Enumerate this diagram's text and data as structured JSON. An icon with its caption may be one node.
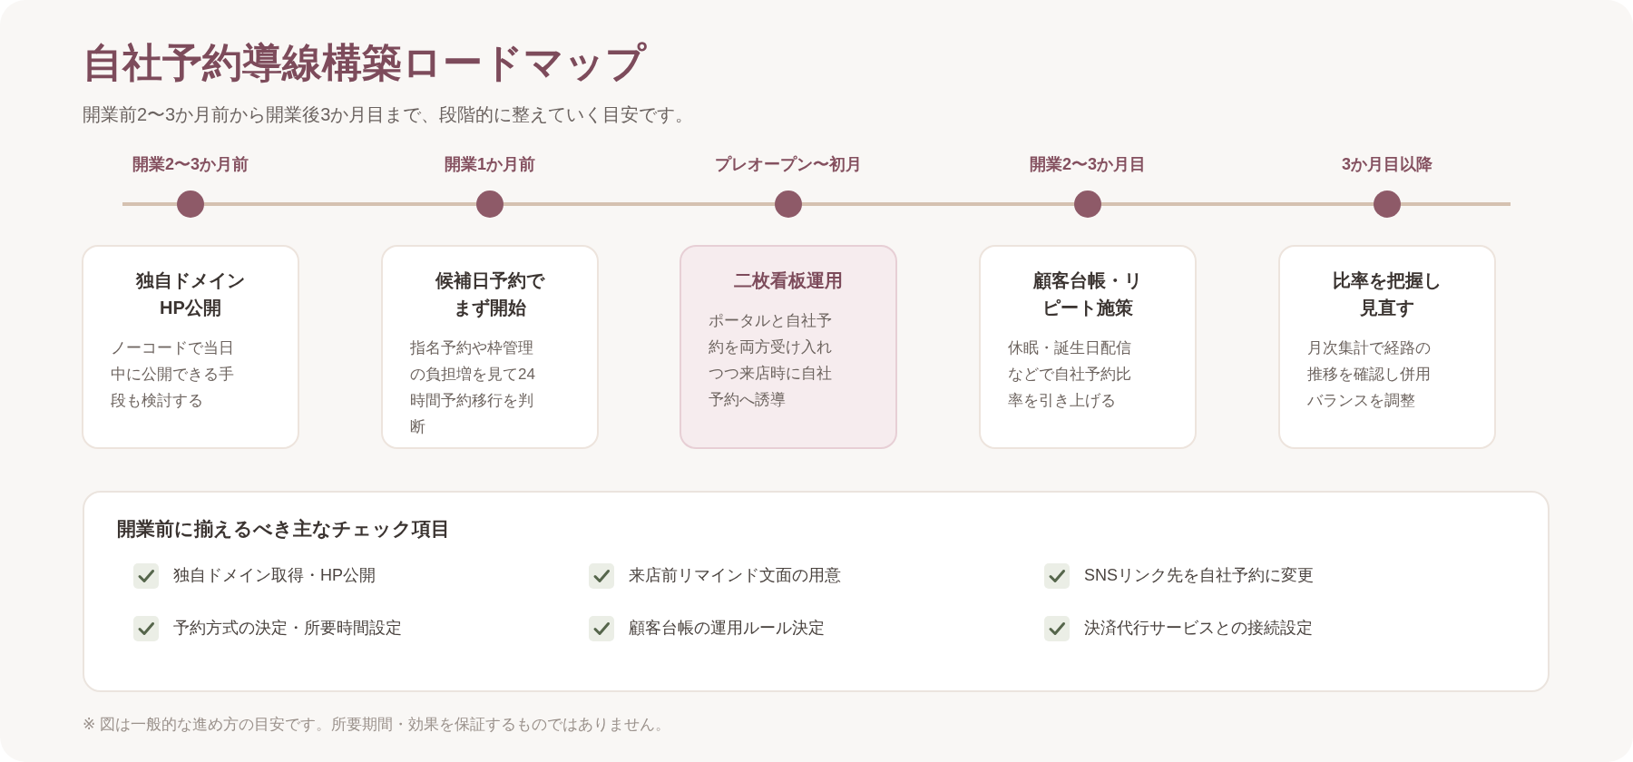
{
  "diagram": {
    "title": "自社予約導線構築ロードマップ",
    "nodes": [
      {
        "text": [],
        "shape": "circle",
        "beside": [
          "開業2〜3か月前"
        ]
      },
      {
        "text": [],
        "shape": "circle",
        "beside": [
          "開業1か月前"
        ]
      },
      {
        "text": [],
        "shape": "circle",
        "beside": [
          "プレオープン〜初月"
        ]
      },
      {
        "text": [],
        "shape": "circle",
        "beside": [
          "開業2〜3か月目"
        ]
      },
      {
        "text": [],
        "shape": "circle",
        "beside": [
          "3か月目以降"
        ]
      },
      {
        "text": [
          "独自ドメインHP公開",
          "ノーコードで当日中に公開できる手段も検討する"
        ]
      },
      {
        "text": [
          "候補日予約でまず開始",
          "指名予約や枠管理の負担増を見て24時間予約移行を判断"
        ]
      },
      {
        "text": [
          "二枚看板運用",
          "ポータルと自社予約を両方受け入れつつ来店時に自社予約へ誘導"
        ]
      },
      {
        "text": [
          "顧客台帳・リピート施策",
          "休眠・誕生日配信などで自社予約比率を引き上げる"
        ]
      },
      {
        "text": [
          "比率を把握し見直す",
          "月次集計で経路の推移を確認し併用バランスを調整"
        ]
      },
      {
        "text": [
          "開業前に揃えるべき主なチェック項目",
          "独自ドメイン取得・HP公開",
          "来店前リマインド文面の用意",
          "SNSリンク先を自社予約に変更",
          "予約方式の決定・所要時間設定",
          "顧客台帳の運用ルール決定",
          "決済代行サービスとの接続設定"
        ]
      }
    ],
    "labels": [
      "開業前2〜3か月前から開業後3か月目まで、段階的に整えていく目安です。",
      "※ 図は一般的な進め方の目安です。所要期間・効果を保証するものではありません。"
    ]
  }
}
